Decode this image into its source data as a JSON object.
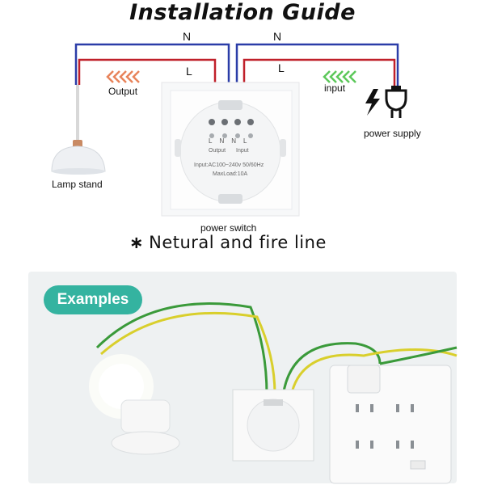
{
  "title": "Installation Guide",
  "wires": {
    "neutral_left": "N",
    "neutral_right": "N",
    "live_left": "L",
    "live_right": "L"
  },
  "labels": {
    "output": "Output",
    "input": "input",
    "power_supply": "power supply",
    "lamp_stand": "Lamp stand",
    "power_switch": "power switch"
  },
  "switch_panel": {
    "terminal_labels": [
      "L",
      "N",
      "N",
      "L"
    ],
    "output_text": "Output",
    "input_text": "Input",
    "spec_line1": "Input:AC100~240v  50/60Hz",
    "spec_line2": "MaxLoad:10A"
  },
  "note": {
    "symbol": "∗",
    "text": "Netural  and  fire  line"
  },
  "examples_badge": "Examples",
  "colors": {
    "neutral_wire": "#2b3da8",
    "live_wire": "#c0202a",
    "output_arrows": "#e8835a",
    "input_arrows": "#5cc85a",
    "badge": "#34b3a0"
  }
}
